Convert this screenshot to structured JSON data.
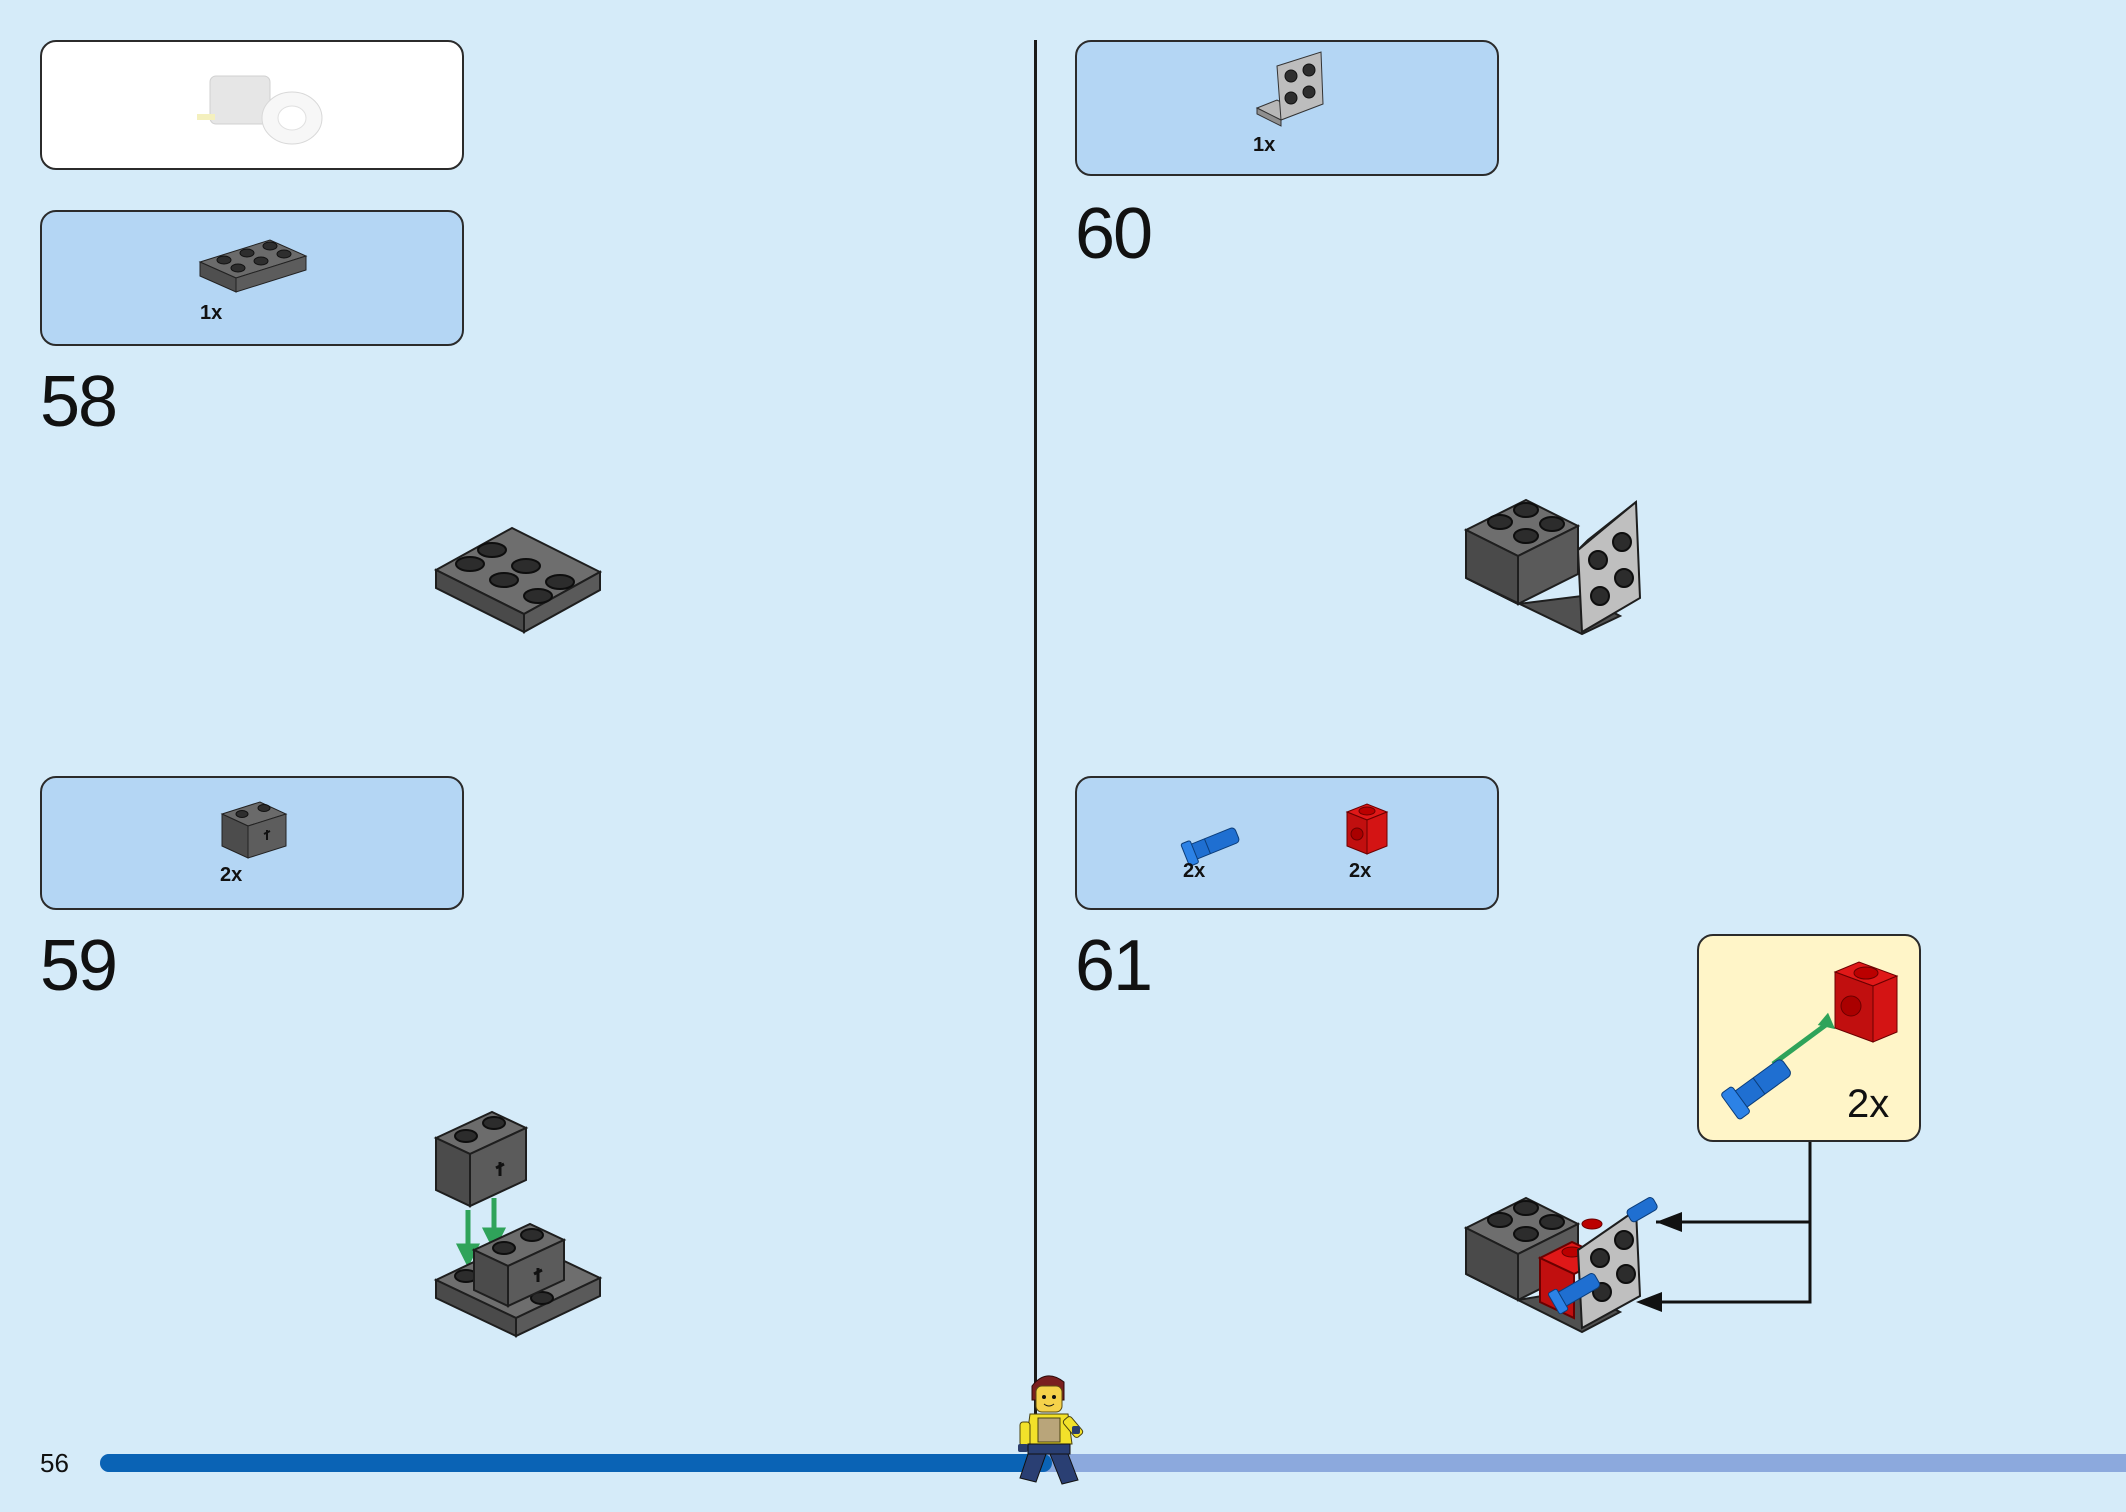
{
  "page_number": "56",
  "progress": 0.47,
  "steps": [
    {
      "number": "58",
      "parts": [
        {
          "qty": "1x",
          "icon": "dark-grey-plate-2x3-icon"
        }
      ]
    },
    {
      "number": "59",
      "parts": [
        {
          "qty": "2x",
          "icon": "dark-grey-technic-brick-1x2-icon"
        }
      ]
    },
    {
      "number": "60",
      "parts": [
        {
          "qty": "1x",
          "icon": "light-grey-bracket-icon"
        }
      ]
    },
    {
      "number": "61",
      "parts": [
        {
          "qty": "2x",
          "icon": "blue-axle-pin-icon"
        },
        {
          "qty": "2x",
          "icon": "red-technic-brick-1x1-icon"
        }
      ]
    }
  ],
  "callout": {
    "qty": "2x"
  },
  "colors": {
    "background": "#d5ebf9",
    "parts_box": "#b4d6f4",
    "callout_box": "#fff5c8",
    "progress_fill": "#0a63b5",
    "progress_track": "#8ca9dd",
    "arrow_green": "#2fa35a"
  }
}
